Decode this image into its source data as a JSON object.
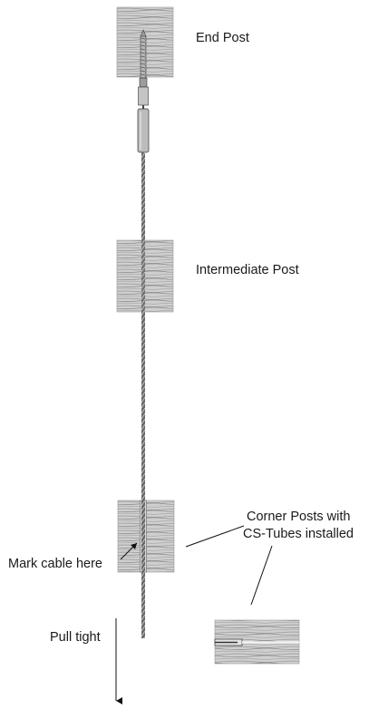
{
  "labels": {
    "end_post": "End Post",
    "intermediate_post": "Intermediate Post",
    "corner_posts_line1": "Corner Posts with",
    "corner_posts_line2": "CS-Tubes installed",
    "mark_cable": "Mark cable here",
    "pull_tight": "Pull tight"
  },
  "colors": {
    "wood_fill": "#c9c9c9",
    "wood_grain": "#8a8a8a",
    "cable": "#555555",
    "hardware": "#bdbdbd",
    "line": "#111111"
  }
}
